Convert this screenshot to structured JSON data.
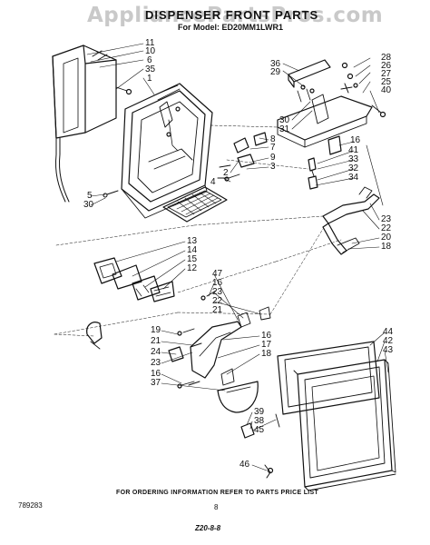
{
  "watermark": "AppliancePartsPros.com",
  "title": "DISPENSER FRONT PARTS",
  "subtitle": "For Model: ED20MM1LWR1",
  "footer_note": "FOR ORDERING INFORMATION REFER TO PARTS PRICE LIST",
  "doc_number": "789283",
  "page_number": "8",
  "page_code": "Z20-8-8",
  "callouts": [
    {
      "id": "c1",
      "text": "11"
    },
    {
      "id": "c2",
      "text": "10"
    },
    {
      "id": "c3",
      "text": "6"
    },
    {
      "id": "c4",
      "text": "35"
    },
    {
      "id": "c5",
      "text": "1"
    },
    {
      "id": "c6",
      "text": "36"
    },
    {
      "id": "c7",
      "text": "29"
    },
    {
      "id": "c8",
      "text": "28"
    },
    {
      "id": "c9",
      "text": "26"
    },
    {
      "id": "c10",
      "text": "27"
    },
    {
      "id": "c11",
      "text": "25"
    },
    {
      "id": "c12",
      "text": "40"
    },
    {
      "id": "c13",
      "text": "30"
    },
    {
      "id": "c14",
      "text": "31"
    },
    {
      "id": "c15",
      "text": "8"
    },
    {
      "id": "c16",
      "text": "7"
    },
    {
      "id": "c17",
      "text": "9"
    },
    {
      "id": "c18",
      "text": "3"
    },
    {
      "id": "c19",
      "text": "2"
    },
    {
      "id": "c20",
      "text": "4"
    },
    {
      "id": "c21",
      "text": "16"
    },
    {
      "id": "c22",
      "text": "41"
    },
    {
      "id": "c23",
      "text": "33"
    },
    {
      "id": "c24",
      "text": "32"
    },
    {
      "id": "c25",
      "text": "34"
    },
    {
      "id": "c26",
      "text": "5"
    },
    {
      "id": "c27",
      "text": "30"
    },
    {
      "id": "c28",
      "text": "23"
    },
    {
      "id": "c29",
      "text": "22"
    },
    {
      "id": "c30",
      "text": "20"
    },
    {
      "id": "c31",
      "text": "18"
    },
    {
      "id": "c32",
      "text": "13"
    },
    {
      "id": "c33",
      "text": "14"
    },
    {
      "id": "c34",
      "text": "15"
    },
    {
      "id": "c35",
      "text": "12"
    },
    {
      "id": "c36",
      "text": "47"
    },
    {
      "id": "c37",
      "text": "16"
    },
    {
      "id": "c38",
      "text": "23"
    },
    {
      "id": "c39",
      "text": "22"
    },
    {
      "id": "c40",
      "text": "21"
    },
    {
      "id": "c41",
      "text": "19"
    },
    {
      "id": "c42",
      "text": "21"
    },
    {
      "id": "c43",
      "text": "24"
    },
    {
      "id": "c44",
      "text": "23"
    },
    {
      "id": "c45",
      "text": "16"
    },
    {
      "id": "c46",
      "text": "37"
    },
    {
      "id": "c47",
      "text": "16"
    },
    {
      "id": "c48",
      "text": "17"
    },
    {
      "id": "c49",
      "text": "18"
    },
    {
      "id": "c50",
      "text": "44"
    },
    {
      "id": "c51",
      "text": "42"
    },
    {
      "id": "c52",
      "text": "43"
    },
    {
      "id": "c53",
      "text": "39"
    },
    {
      "id": "c54",
      "text": "38"
    },
    {
      "id": "c55",
      "text": "45"
    },
    {
      "id": "c56",
      "text": "46"
    }
  ]
}
